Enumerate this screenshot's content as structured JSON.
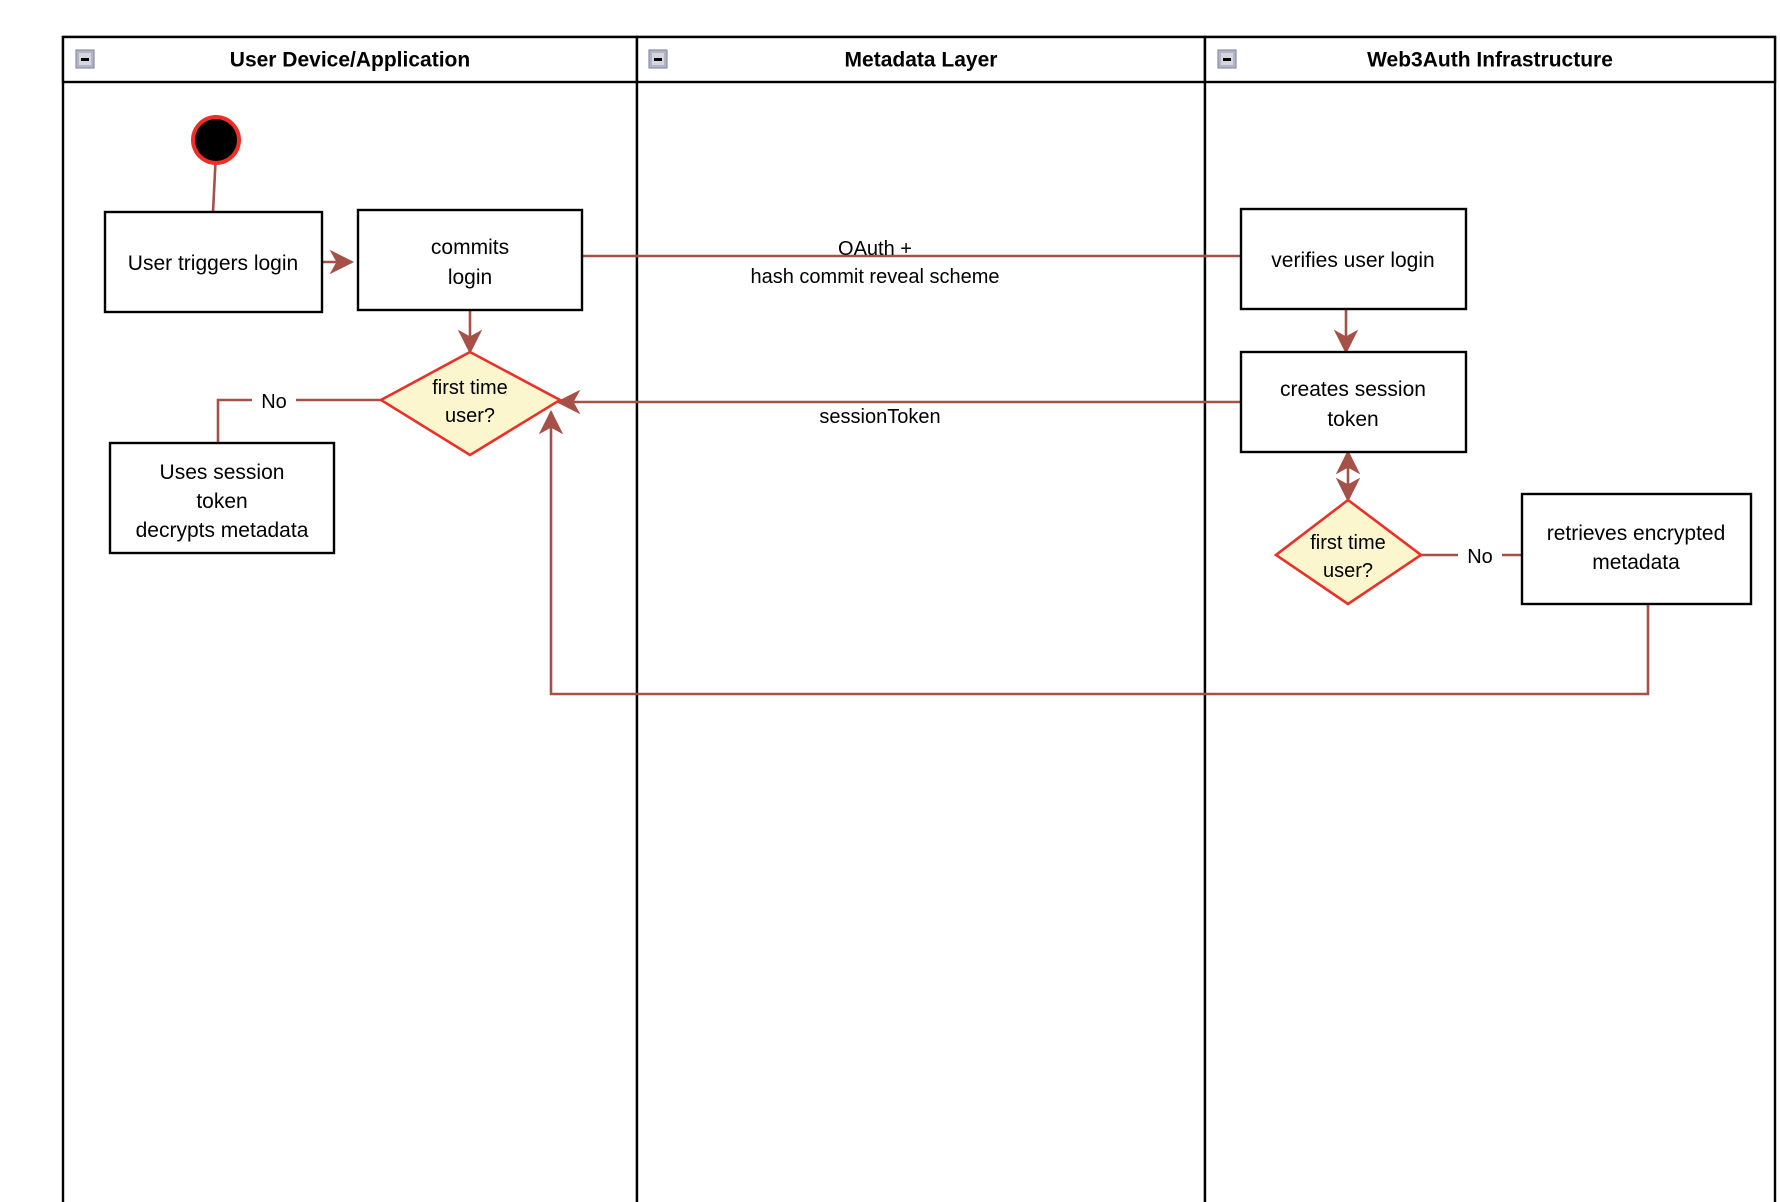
{
  "diagram": {
    "title": "Web3Auth login flow activity diagram",
    "type": "swimlane-activity-diagram",
    "colors": {
      "edge": "#a65148",
      "decision_fill": "#fcf6cf",
      "decision_stroke": "#e8312a",
      "node_stroke": "#000000",
      "start_ring": "#ef2e28",
      "start_fill": "#000000",
      "lane_border": "#000000",
      "background": "#ffffff"
    }
  },
  "lanes": [
    {
      "id": "user-device",
      "title": "User Device/Application",
      "collapse_icon": "collapse-minus-icon"
    },
    {
      "id": "metadata-layer",
      "title": "Metadata Layer",
      "collapse_icon": "collapse-minus-icon"
    },
    {
      "id": "web3auth",
      "title": "Web3Auth Infrastructure",
      "collapse_icon": "collapse-minus-icon"
    }
  ],
  "nodes": {
    "start": {
      "kind": "start-node",
      "label": ""
    },
    "user_triggers_login": {
      "kind": "activity",
      "lines": [
        "User triggers login"
      ]
    },
    "commits_login": {
      "kind": "activity",
      "lines": [
        "commits",
        "login"
      ]
    },
    "first_time_user_left": {
      "kind": "decision",
      "lines": [
        "first time",
        "user?"
      ]
    },
    "uses_session_token": {
      "kind": "activity",
      "lines": [
        "Uses session",
        "token",
        "decrypts metadata"
      ]
    },
    "verifies_user_login": {
      "kind": "activity",
      "lines": [
        "verifies user login"
      ]
    },
    "creates_session_token": {
      "kind": "activity",
      "lines": [
        "creates session",
        "token"
      ]
    },
    "first_time_user_right": {
      "kind": "decision",
      "lines": [
        "first time",
        "user?"
      ]
    },
    "retrieves_encrypted_metadata": {
      "kind": "activity",
      "lines": [
        "retrieves encrypted",
        "metadata"
      ]
    }
  },
  "edge_labels": {
    "oauth": {
      "lines": [
        "OAuth +",
        "hash commit reveal scheme"
      ]
    },
    "session_token": {
      "lines": [
        "sessionToken"
      ]
    },
    "no_left": {
      "lines": [
        "No"
      ]
    },
    "no_right": {
      "lines": [
        "No"
      ]
    }
  }
}
